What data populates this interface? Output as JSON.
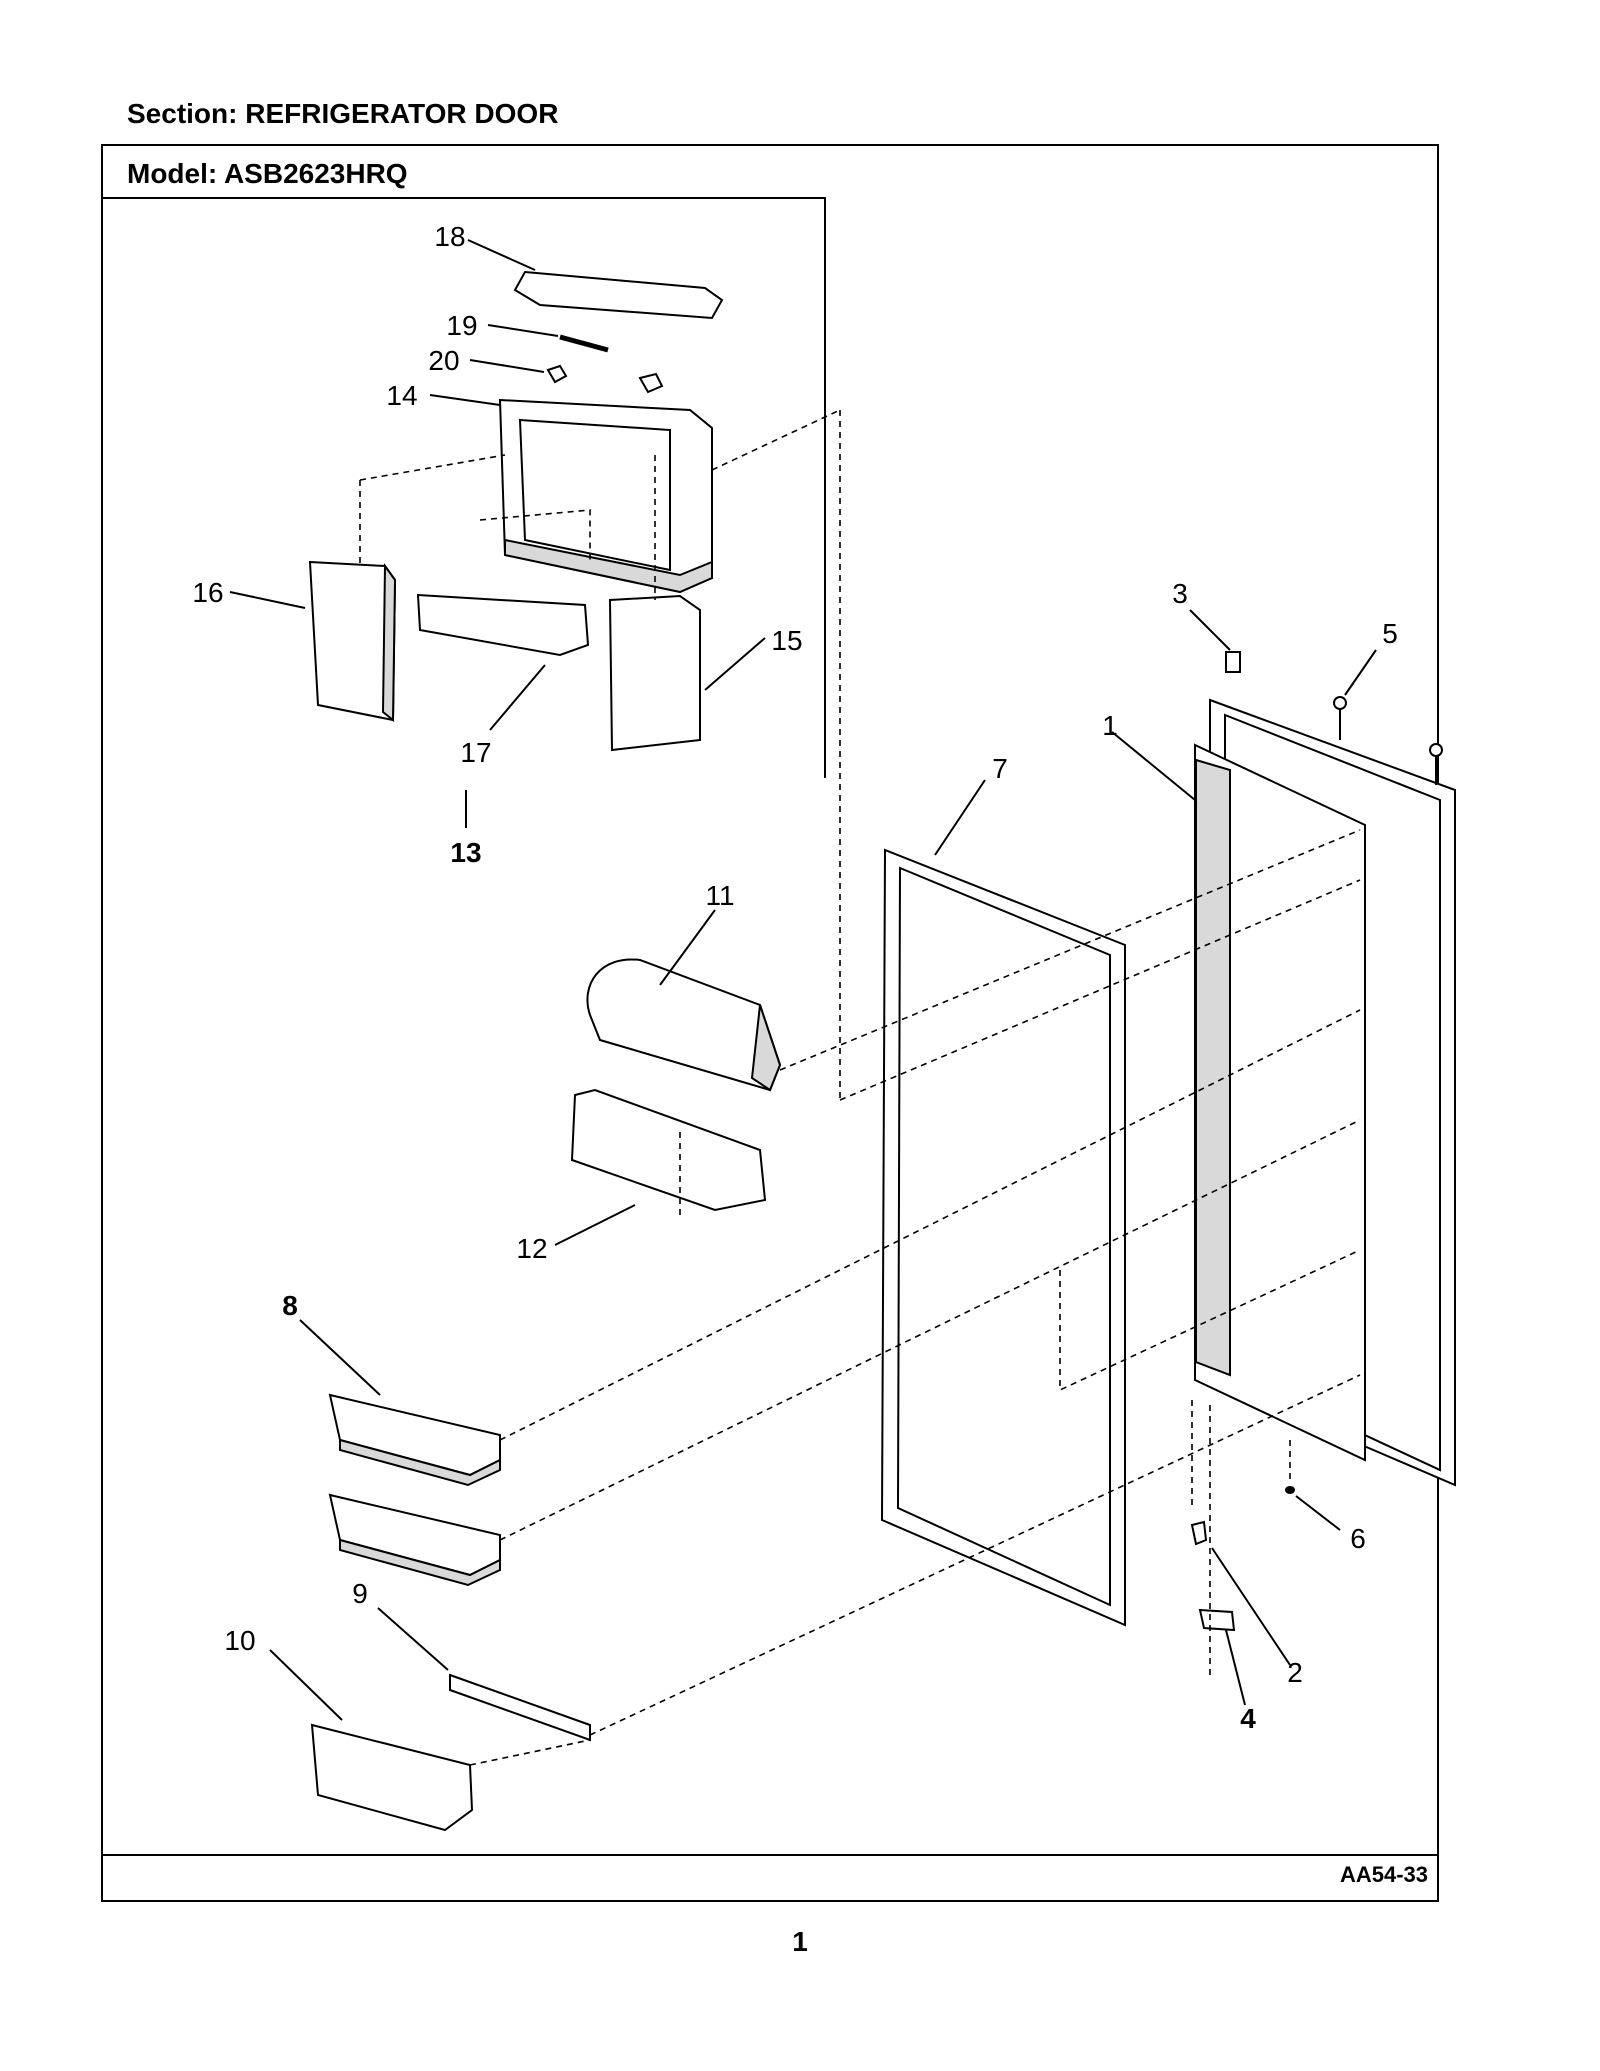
{
  "section": "Section:  REFRIGERATOR DOOR",
  "model": "Model:  ASB2623HRQ",
  "diagram_code": "AA54-33",
  "page_number": "1",
  "callouts": {
    "c1": "1",
    "c2": "2",
    "c3": "3",
    "c4": "4",
    "c5": "5",
    "c6": "6",
    "c7": "7",
    "c8": "8",
    "c9": "9",
    "c10": "10",
    "c11": "11",
    "c12": "12",
    "c13": "13",
    "c14": "14",
    "c15": "15",
    "c16": "16",
    "c17": "17",
    "c18": "18",
    "c19": "19",
    "c20": "20"
  }
}
